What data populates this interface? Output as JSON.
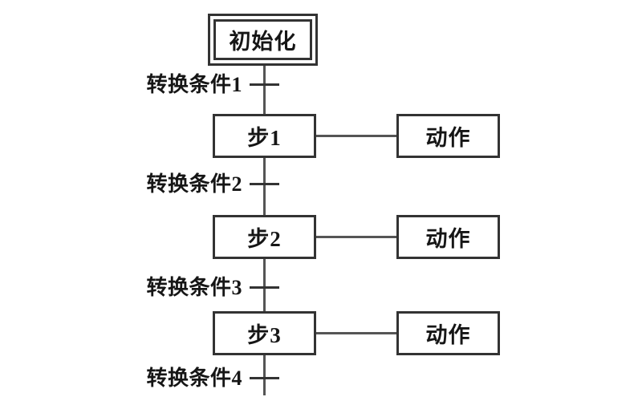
{
  "diagram": {
    "type": "sfc-flowchart",
    "initial_step": {
      "label": "初始化"
    },
    "steps": [
      {
        "label": "步1",
        "action": "动作"
      },
      {
        "label": "步2",
        "action": "动作"
      },
      {
        "label": "步3",
        "action": "动作"
      }
    ],
    "transitions": [
      {
        "label": "转换条件1"
      },
      {
        "label": "转换条件2"
      },
      {
        "label": "转换条件3"
      },
      {
        "label": "转换条件4"
      }
    ],
    "colors": {
      "background": "#ffffff",
      "line": "#555555",
      "border": "#333333",
      "text": "#161616"
    }
  }
}
